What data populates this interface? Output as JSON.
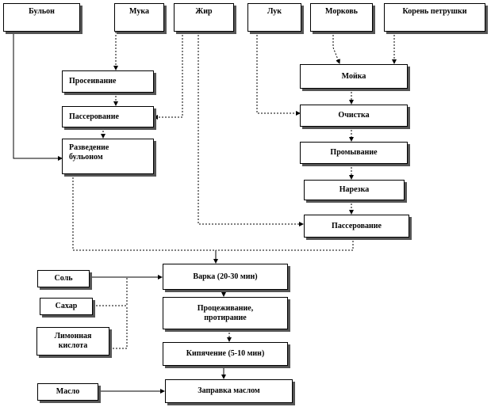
{
  "diagram": {
    "ingredients": {
      "broth": "Бульон",
      "flour": "Мука",
      "fat": "Жир",
      "onion": "Лук",
      "carrot": "Морковь",
      "parsley_root": "Корень  петрушки",
      "salt": "Соль",
      "sugar": "Сахар",
      "citric_acid": "Лимонная\nкислота",
      "butter": "Масло"
    },
    "steps": {
      "sifting": "Просеивание",
      "sauteing_flour": "Пассерование",
      "dilution": "Разведение\nбульоном",
      "washing": "Мойка",
      "peeling": "Очистка",
      "rinsing": "Промывание",
      "cutting": "Нарезка",
      "sauteing_veg": "Пассерование",
      "cooking": "Варка (20-30  мин)",
      "straining": "Процеживание,\nпротирание",
      "boiling": "Кипячение (5-10  мин)",
      "dressing": "Заправка маслом"
    },
    "colors": {
      "line": "#000000",
      "shadow": "#555555"
    }
  }
}
